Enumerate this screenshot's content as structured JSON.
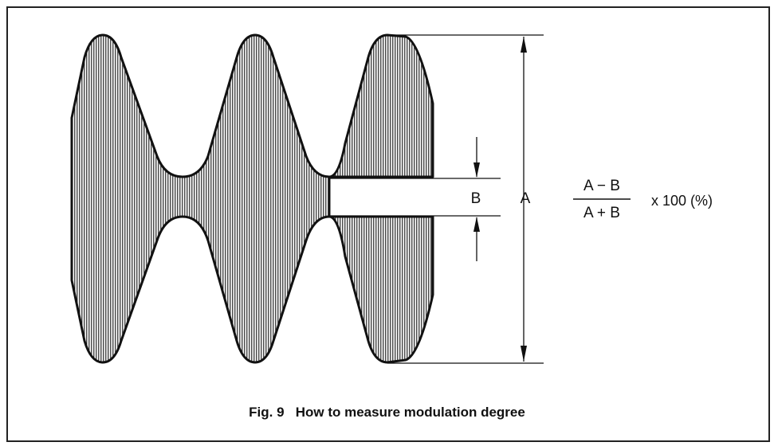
{
  "figure": {
    "caption": "Fig. 9   How to measure modulation degree",
    "label_a": "A",
    "label_b": "B",
    "formula": {
      "numerator": "A − B",
      "denominator": "A + B",
      "multiplier": "x 100 (%)"
    }
  },
  "colors": {
    "ink": "#111111",
    "background": "#ffffff"
  }
}
